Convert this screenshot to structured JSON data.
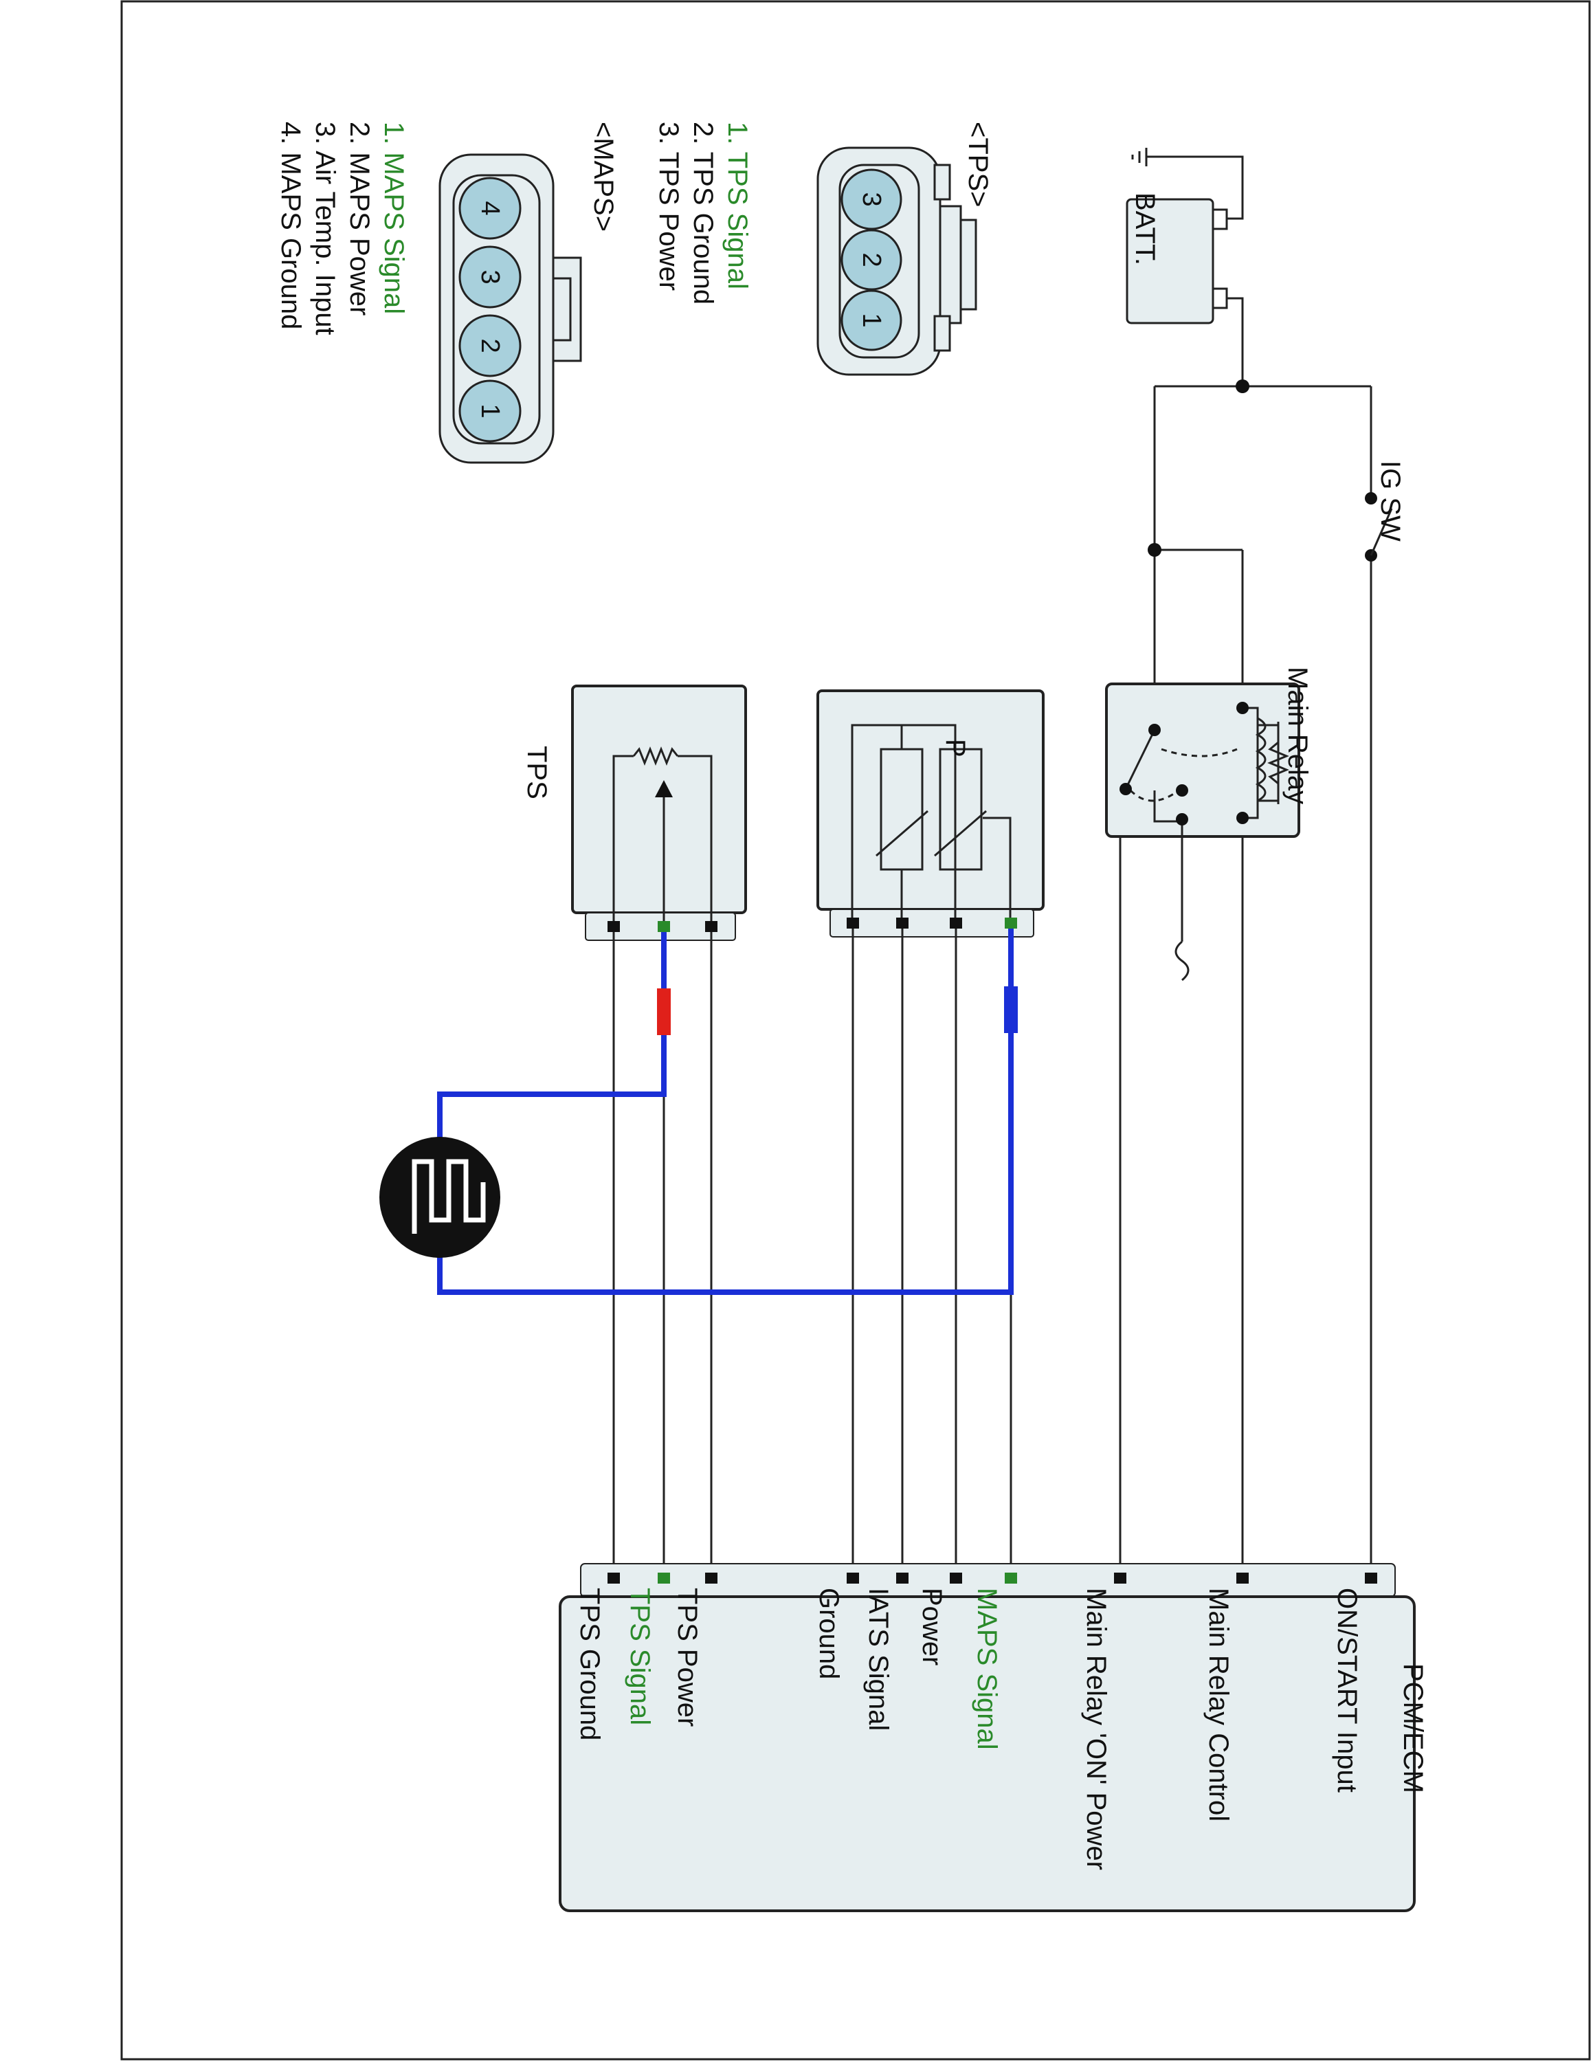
{
  "battery": {
    "label": "BATT.",
    "ground_symbol": "ground-symbol"
  },
  "ignition_switch": {
    "label": "IG SW"
  },
  "main_relay": {
    "label": "Main Relay"
  },
  "tps_sensor": {
    "label": "TPS"
  },
  "maps_sensor": {
    "symbol": "P"
  },
  "splice_symbol": "shield-splice-icon",
  "pcm": {
    "title": "PCM/ECM",
    "pins": [
      {
        "label": "ON/START Input",
        "highlight": false
      },
      {
        "label": "Main Relay Control",
        "highlight": false
      },
      {
        "label": "Main Relay 'ON' Power",
        "highlight": false
      },
      {
        "label": "MAPS Signal",
        "highlight": true
      },
      {
        "label": "Power",
        "highlight": false
      },
      {
        "label": "IATS Signal",
        "highlight": false
      },
      {
        "label": "Ground",
        "highlight": false
      },
      {
        "label": "TPS Power",
        "highlight": false
      },
      {
        "label": "TPS Signal",
        "highlight": true
      },
      {
        "label": "TPS Ground",
        "highlight": false
      }
    ]
  },
  "tps_connector": {
    "title": "<TPS>",
    "pin_numbers": [
      "3",
      "2",
      "1"
    ],
    "pins": [
      {
        "label": "1. TPS Signal",
        "highlight": true
      },
      {
        "label": "2. TPS Ground",
        "highlight": false
      },
      {
        "label": "3. TPS Power",
        "highlight": false
      }
    ]
  },
  "maps_connector": {
    "title": "<MAPS>",
    "pin_numbers": [
      "4",
      "3",
      "2",
      "1"
    ],
    "pins": [
      {
        "label": "1. MAPS Signal",
        "highlight": true
      },
      {
        "label": "2. MAPS Power",
        "highlight": false
      },
      {
        "label": "3. Air Temp. Input",
        "highlight": false
      },
      {
        "label": "4. MAPS Ground",
        "highlight": false
      }
    ]
  },
  "colors": {
    "wire": "#111111",
    "probe_wire": "#1a2fd6",
    "highlight_text": "#2a8a2a",
    "red_probe": "#e0201a",
    "blue_probe": "#1a2fd6",
    "box_fill": "#e6eef0",
    "pin_fill": "#a8d0dc"
  }
}
